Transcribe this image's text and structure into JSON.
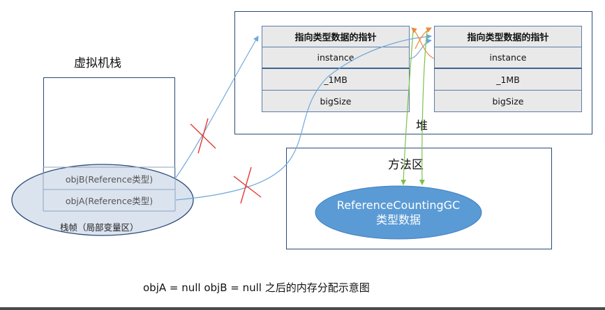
{
  "stack": {
    "title": "虚拟机栈",
    "frame_label": "栈帧（局部变量区）",
    "rows": [
      "objB(Reference类型)",
      "objA(Reference类型)"
    ]
  },
  "heap": {
    "title": "堆",
    "objects": [
      {
        "rows": [
          "指向类型数据的指针",
          "instance",
          "_1MB",
          "bigSize"
        ]
      },
      {
        "rows": [
          "指向类型数据的指针",
          "instance",
          "_1MB",
          "bigSize"
        ]
      }
    ]
  },
  "method_area": {
    "title": "方法区",
    "class_line1": "ReferenceCountingGC",
    "class_line2": "类型数据"
  },
  "caption": "objA = null objB = null 之后的内存分配示意图",
  "colors": {
    "box_border": "#2b4a76",
    "row_fill": "#e9e9e9",
    "ellipse_fill": "#dbe3ef",
    "class_fill": "#5b9bd5",
    "ref_arrow": "#6fa8dc",
    "type_arrow": "#7cc24a",
    "cross_arrow": "#f0883a",
    "cut_mark": "#e53935"
  }
}
